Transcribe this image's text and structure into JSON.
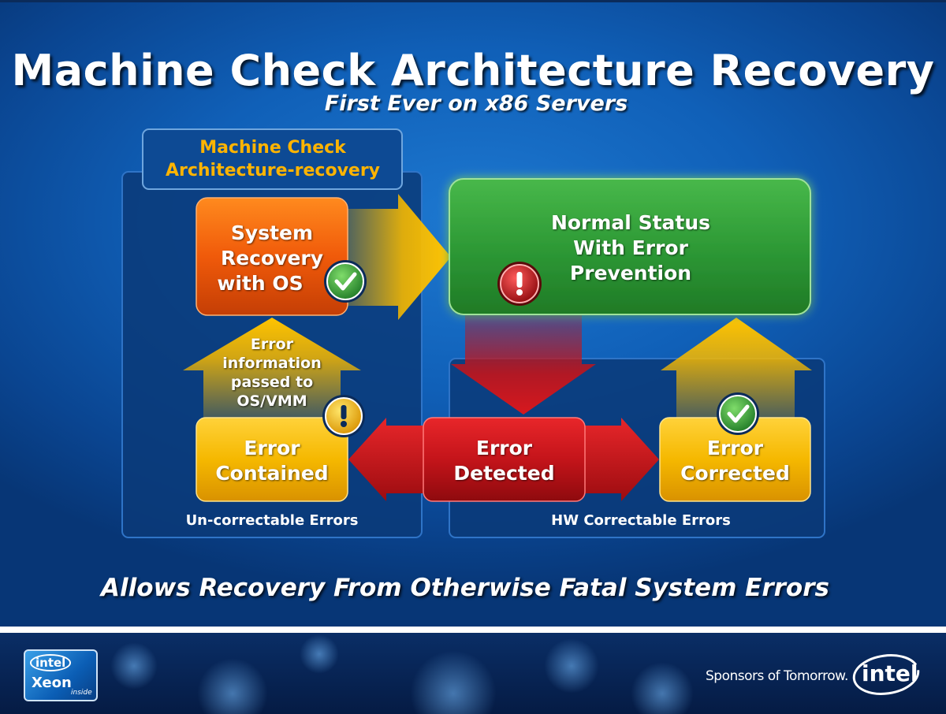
{
  "title": "Machine Check Architecture Recovery",
  "subtitle": "First Ever on x86 Servers",
  "mca_label_line1": "Machine Check",
  "mca_label_line2": "Architecture-recovery",
  "nodes": {
    "system_recovery": [
      "System",
      "Recovery",
      "with OS"
    ],
    "normal_status": [
      "Normal Status",
      "With Error",
      "Prevention"
    ],
    "error_contained": [
      "Error",
      "Contained"
    ],
    "error_detected": [
      "Error",
      "Detected"
    ],
    "error_corrected": [
      "Error",
      "Corrected"
    ]
  },
  "arrow_text": [
    "Error",
    "information",
    "passed to",
    "OS/VMM"
  ],
  "regions": {
    "uncorrectable": "Un-correctable Errors",
    "hw_correctable": "HW Correctable Errors"
  },
  "footer_note": "Allows Recovery From Otherwise Fatal System Errors",
  "branding": {
    "xeon_intel": "intel",
    "xeon_word": "Xeon",
    "xeon_inside": "inside",
    "sponsors": "Sponsors of Tomorrow.",
    "intel": "intel"
  },
  "colors": {
    "background_blue": "#1060b8",
    "orange_box": "#f05a0a",
    "green_box": "#2e9a36",
    "yellow_box": "#f5b800",
    "red_box": "#c4141a",
    "label_gold": "#ffb400"
  },
  "icons": [
    "check-icon",
    "exclamation-icon",
    "warning-icon"
  ]
}
